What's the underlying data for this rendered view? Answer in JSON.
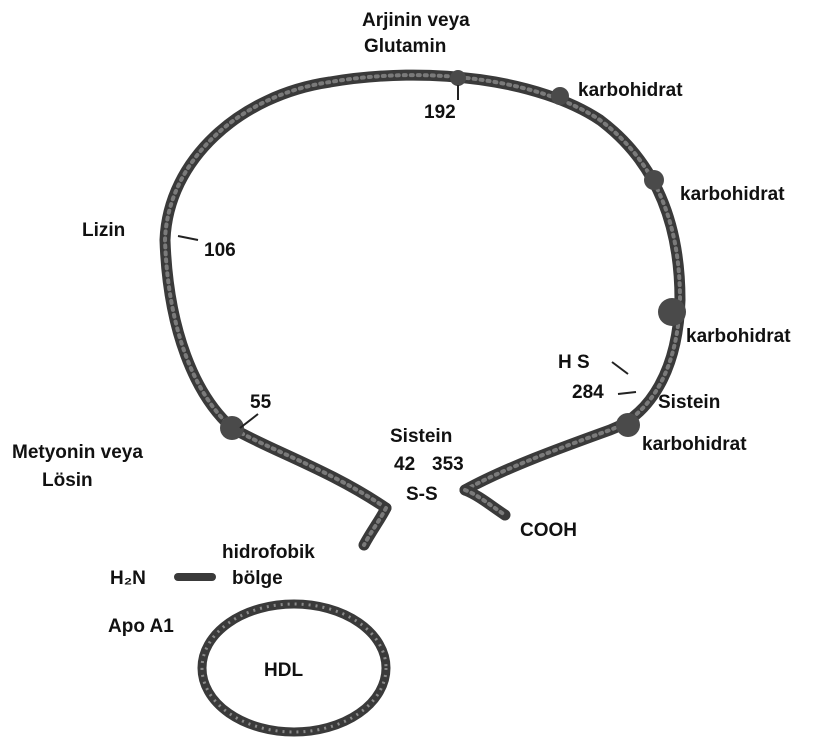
{
  "labels": {
    "arg_line1": "Arjinin  veya",
    "arg_line2": "Glutamin",
    "n192": "192",
    "carb1": "karbohidrat",
    "carb2": "karbohidrat",
    "carb3": "karbohidrat",
    "carb4": "karbohidrat",
    "lizin": "Lizin",
    "n106": "106",
    "hs": "H S",
    "n284": "284",
    "sistein_right": "Sistein",
    "n55": "55",
    "met_line1": "Metyonin veya",
    "met_line2": "Lösin",
    "sistein_center": "Sistein",
    "n42": "42",
    "n353": "353",
    "ss": "S-S",
    "cooh": "COOH",
    "hidro_line1": "hidrofobik",
    "hidro_line2": "bölge",
    "h2n": "H₂N",
    "apo": "Apo A1",
    "hdl": "HDL"
  },
  "colors": {
    "chain": "#3a3a3a",
    "text": "#111111",
    "background": "#ffffff"
  }
}
